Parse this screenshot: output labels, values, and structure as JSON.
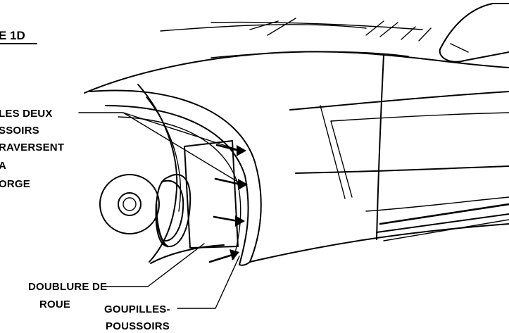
{
  "figure": {
    "title": "E 1D"
  },
  "callouts": {
    "pins_through_groove": [
      "LES DEUX",
      "SSOIRS",
      "RAVERSENT",
      "A",
      "ORGE"
    ],
    "wheel_liner": [
      "DOUBLURE DE",
      "ROUE"
    ],
    "push_pins": [
      "GOUPILLES-",
      "POUSSOIRS"
    ]
  }
}
